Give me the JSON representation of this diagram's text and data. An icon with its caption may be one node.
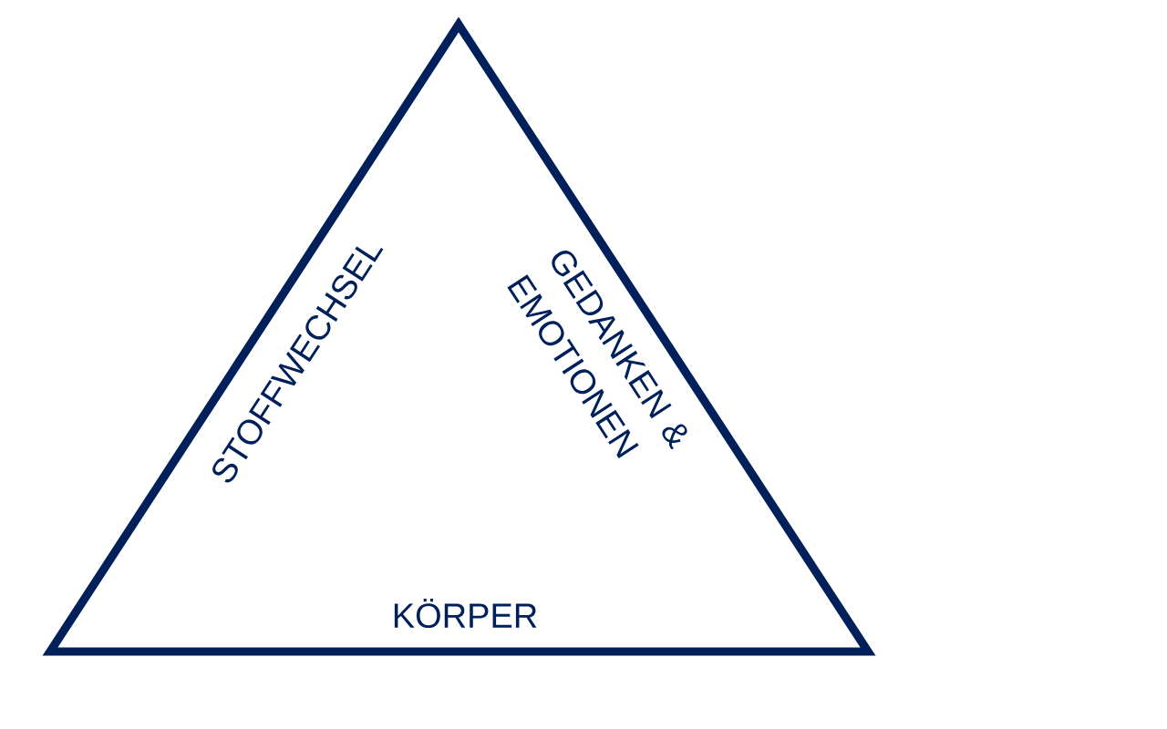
{
  "diagram": {
    "nodes": [
      {
        "text": [
          "STOFFWECHSEL",
          "GEDANKEN & EMOTIONEN",
          "KÖRPER"
        ]
      }
    ]
  }
}
